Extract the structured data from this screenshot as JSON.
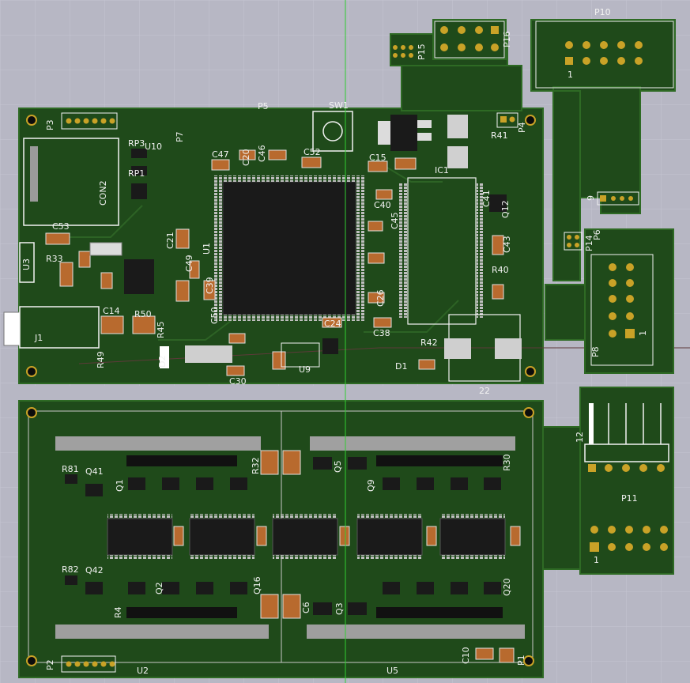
{
  "colors": {
    "background": "#b7b7c4",
    "board": "#1f4a1a",
    "silkscreen": "#f2f2f2",
    "pad_gold": "#c9a227",
    "ic_body": "#1a1a1a",
    "cap_body": "#b86a2e",
    "cursor_line": "#32cd32"
  },
  "icons": [
    "pcb-board-3d-view",
    "pin-header",
    "smd-capacitor",
    "qfp-ic",
    "soic-ic",
    "tactile-switch"
  ],
  "labels": {
    "p10": "P10",
    "p16": "P16",
    "p15": "P15",
    "p5": "P5",
    "sw1": "SW1",
    "p3": "P3",
    "p4": "P4",
    "p7": "P7",
    "rp3": "RP3",
    "u10": "U10",
    "rp1": "RP1",
    "con2": "CON2",
    "c47": "C47",
    "c20": "C20",
    "c46": "C46",
    "c52": "C52",
    "c15": "C15",
    "c40": "C40",
    "c45": "C45",
    "c41": "C41",
    "r41": "R41",
    "ic1": "IC1",
    "c53": "C53",
    "u3": "U3",
    "r33": "R33",
    "c21": "C21",
    "c49": "C49",
    "u1": "U1",
    "c39": "C39",
    "c50": "C50",
    "c14": "C14",
    "r50": "R50",
    "r45": "R45",
    "j1": "J1",
    "r49": "R49",
    "d2": "D2",
    "c30": "C30",
    "c24": "C24",
    "u9": "U9",
    "r42": "R42",
    "d1": "D1",
    "c38": "C38",
    "c26": "C26",
    "r40": "R40",
    "c43": "C43",
    "q12": "Q12",
    "p9": "9",
    "p14": "P14",
    "p6": "P6",
    "p8": "P8",
    "p11": "P11",
    "r81": "R81",
    "q41": "Q41",
    "r82": "R82",
    "q42": "Q42",
    "q1": "Q1",
    "q5": "Q5",
    "q9": "Q9",
    "r32": "R32",
    "r30": "R30",
    "q2": "Q2",
    "q3": "Q3",
    "c6": "C6",
    "r4": "R4",
    "q16": "Q16",
    "q20": "Q20",
    "c10": "C10",
    "p1": "P1",
    "p2": "P2",
    "u2": "U2",
    "u5": "U5",
    "num_1a": "1",
    "num_1b": "1",
    "num_1c": "1",
    "num_12": "12",
    "r22": "22"
  }
}
